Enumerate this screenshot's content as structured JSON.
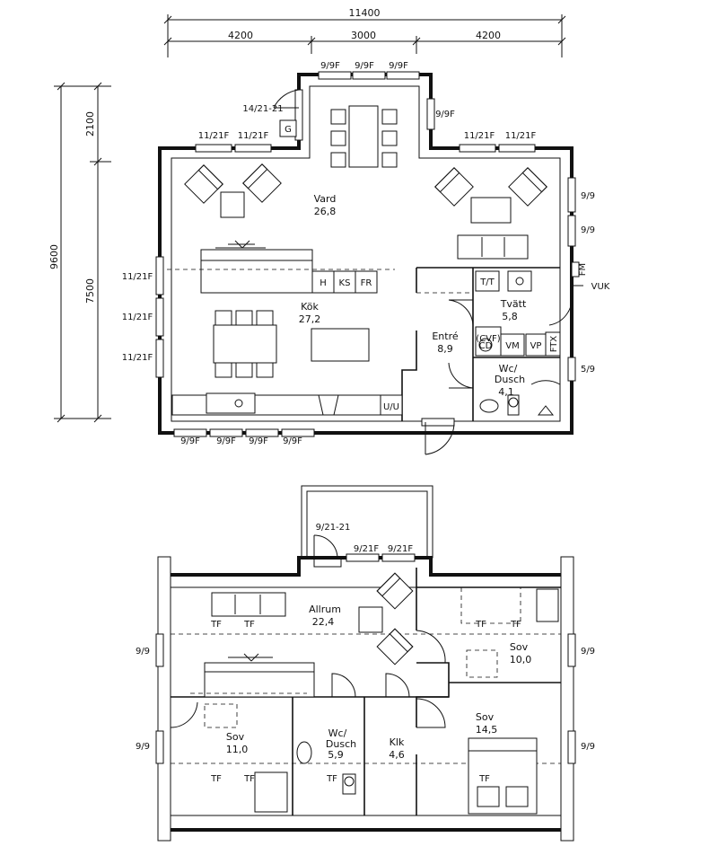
{
  "dimensions": {
    "total_width": "11400",
    "seg_left": "4200",
    "seg_mid": "3000",
    "seg_right": "4200",
    "total_height": "9600",
    "seg_top": "2100",
    "seg_bottom": "7500"
  },
  "ground_floor": {
    "rooms": {
      "vard_name": "Vard",
      "vard_area": "26,8",
      "kok_name": "Kök",
      "kok_area": "27,2",
      "entre_name": "Entré",
      "entre_area": "8,9",
      "tvatt_name": "Tvätt",
      "tvatt_area": "5,8",
      "wc_name_1": "Wc/",
      "wc_name_2": "Dusch",
      "wc_area": "4,1"
    },
    "appliances": {
      "h": "H",
      "ks": "KS",
      "fr": "FR",
      "tt": "T/T",
      "vm": "VM",
      "vp": "VP",
      "ftx": "FTX",
      "uu": "U/U",
      "cvf": "(CVF)",
      "cd": "CD",
      "fm": "FM",
      "vuk": "VUK",
      "g": "G"
    },
    "window_labels": {
      "top_bay_1": "9/9F",
      "top_bay_2": "9/9F",
      "top_bay_3": "9/9F",
      "door_left": "14/21-21",
      "bay_right": "9/9F",
      "top_left_1": "11/21F",
      "top_left_2": "11/21F",
      "top_right_1": "11/21F",
      "top_right_2": "11/21F",
      "right_1": "9/9",
      "right_2": "9/9",
      "right_3": "5/9",
      "left_1": "11/21F",
      "left_2": "11/21F",
      "left_3": "11/21F",
      "bottom_1": "9/9F",
      "bottom_2": "9/9F",
      "bottom_3": "9/9F",
      "bottom_4": "9/9F"
    }
  },
  "upper_floor": {
    "rooms": {
      "allrum_name": "Allrum",
      "allrum_area": "22,4",
      "sov1_name": "Sov",
      "sov1_area": "10,0",
      "sov2_name": "Sov",
      "sov2_area": "11,0",
      "sov3_name": "Sov",
      "sov3_area": "14,5",
      "wc_name_1": "Wc/",
      "wc_name_2": "Dusch",
      "wc_area": "5,9",
      "klk_name": "Klk",
      "klk_area": "4,6"
    },
    "tf_labels": [
      "TF",
      "TF",
      "TF",
      "TF",
      "TF",
      "TF",
      "TF",
      "TF"
    ],
    "window_labels": {
      "balcony_door": "9/21-21",
      "top_1": "9/21F",
      "top_2": "9/21F",
      "left_1": "9/9",
      "left_2": "9/9",
      "right_1": "9/9",
      "right_2": "9/9"
    }
  }
}
